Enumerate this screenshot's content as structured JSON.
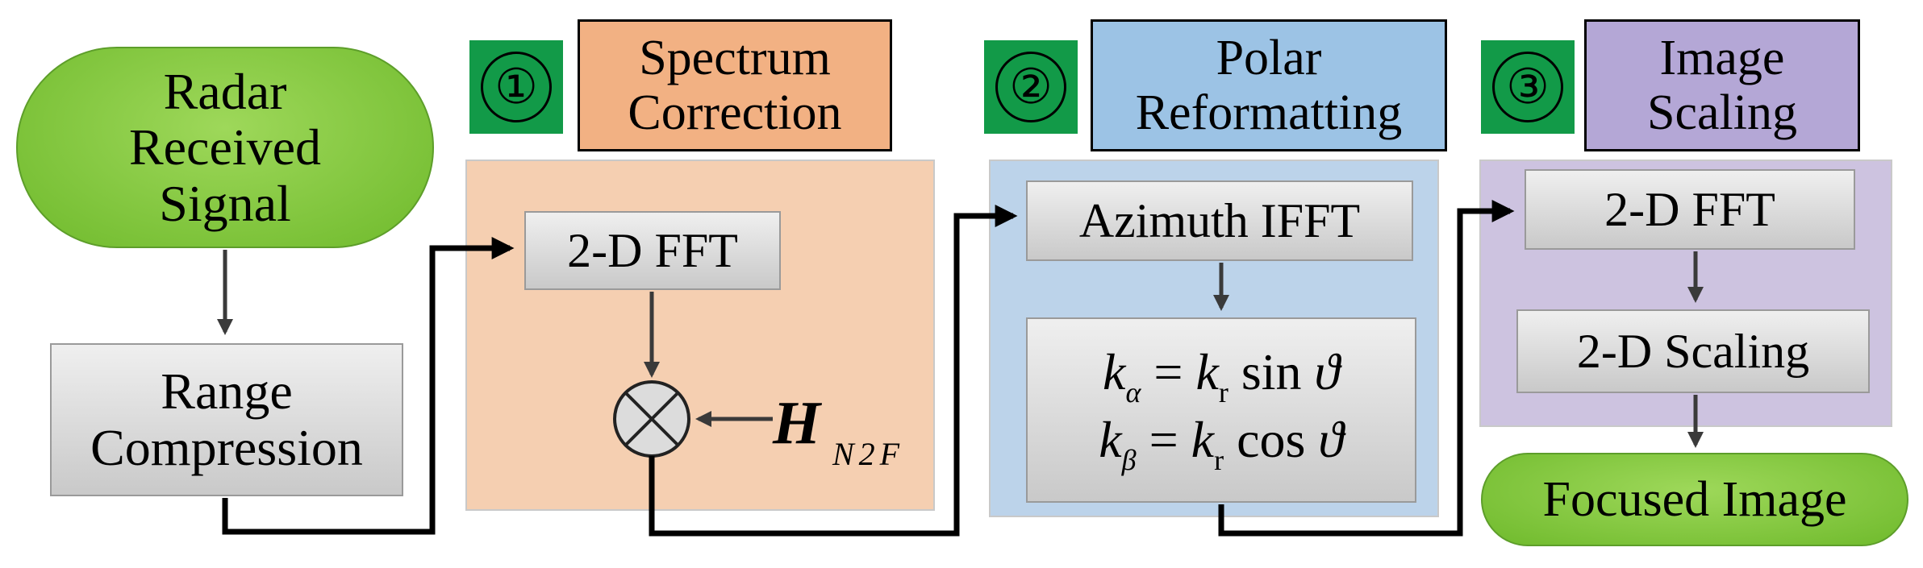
{
  "start": {
    "label": "Radar Received Signal"
  },
  "range_compression": {
    "label": "Range Compression"
  },
  "step1": {
    "number": "①",
    "title": "Spectrum Correction",
    "fft": "2-D FFT",
    "filter": "H",
    "filter_sub": "N2F"
  },
  "step2": {
    "number": "②",
    "title": "Polar Reformatting",
    "ifft": "Azimuth IFFT",
    "eq1": {
      "lhs": "k",
      "lhs_sub": "α",
      "eq": "=",
      "k": "k",
      "k_sub": "r",
      "func": "sin",
      "var": "ϑ"
    },
    "eq2": {
      "lhs": "k",
      "lhs_sub": "β",
      "eq": "=",
      "k": "k",
      "k_sub": "r",
      "func": "cos",
      "var": "ϑ"
    }
  },
  "step3": {
    "number": "③",
    "title": "Image Scaling",
    "fft": "2-D FFT",
    "scaling": "2-D Scaling"
  },
  "end": {
    "label": "Focused Image"
  },
  "colors": {
    "start_fill": "#7ec63c",
    "panel1": "#f5cfb1",
    "panel2": "#bcd3ea",
    "panel3": "#cdc3e0",
    "header1": "#f2b183",
    "header2": "#9cc3e5",
    "header3": "#b4a7d6",
    "number_fill": "#129a48"
  },
  "icons": {
    "multiplier": "circle-times-icon"
  }
}
